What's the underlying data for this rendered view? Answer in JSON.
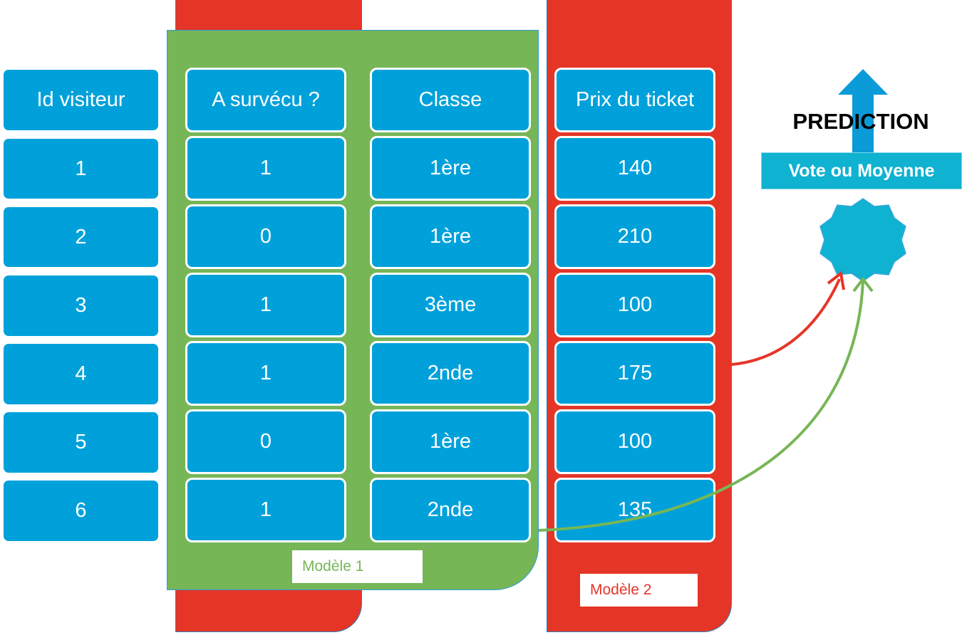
{
  "colors": {
    "cell": "#00a1da",
    "model1": "#77b657",
    "model2": "#e53527",
    "combiner": "#0fb2d0"
  },
  "columns": {
    "id": {
      "header": "Id visiteur",
      "values": [
        "1",
        "2",
        "3",
        "4",
        "5",
        "6"
      ]
    },
    "survived": {
      "header": "A survécu ?",
      "values": [
        "1",
        "0",
        "1",
        "1",
        "0",
        "1"
      ]
    },
    "class": {
      "header": "Classe",
      "values": [
        "1ère",
        "1ère",
        "3ème",
        "2nde",
        "1ère",
        "2nde"
      ]
    },
    "price": {
      "header": "Prix du ticket",
      "values": [
        "140",
        "210",
        "100",
        "175",
        "100",
        "135"
      ]
    }
  },
  "models": {
    "model1_label": "Modèle 1",
    "model2_label": "Modèle 2"
  },
  "combiner": {
    "label": "Vote ou Moyenne",
    "output_label": "PREDICTION",
    "shape": "star-burst-icon",
    "arrow": "up-arrow-icon"
  }
}
